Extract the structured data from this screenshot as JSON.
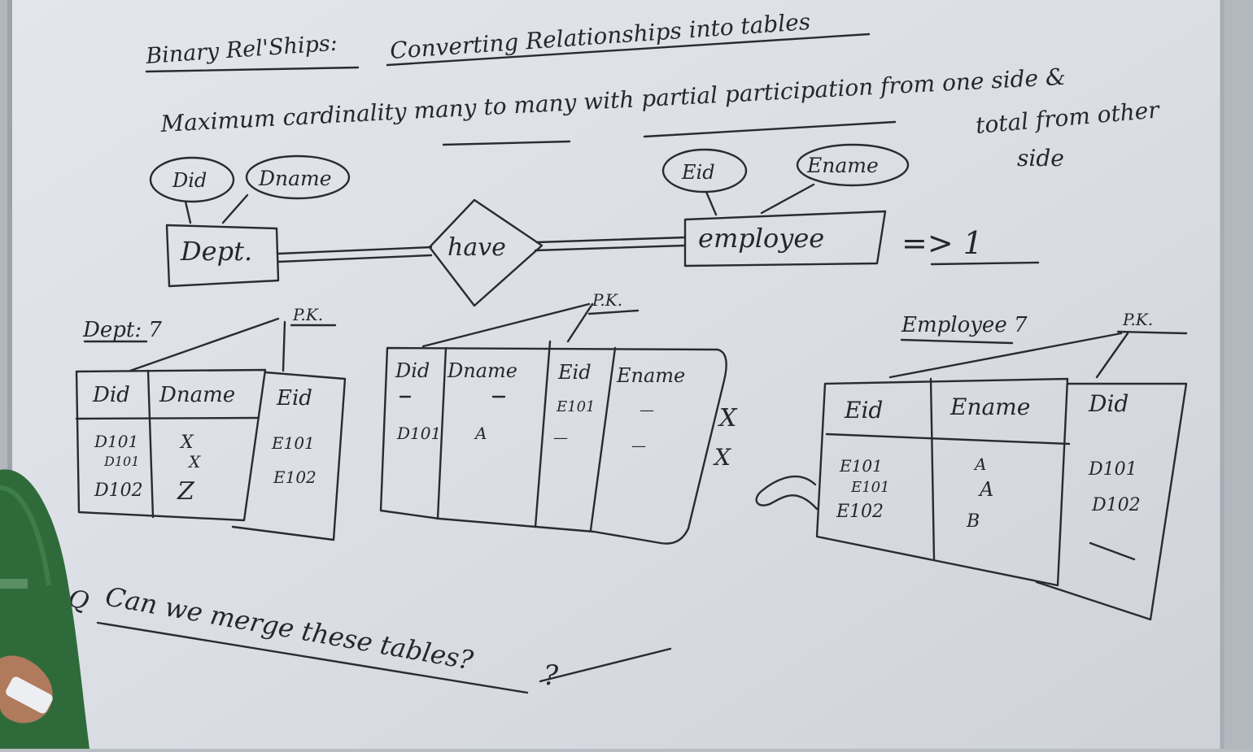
{
  "heading": {
    "label": "Binary Rel'Ships:",
    "title": "Converting Relationships into tables",
    "line1": "Maximum cardinality many to many with partial participation from one side &",
    "line2": "total from other",
    "line3": "side"
  },
  "er": {
    "attr_did": "Did",
    "attr_dname": "Dname",
    "attr_eid": "Eid",
    "attr_ename": "Ename",
    "entity_dept": "Dept.",
    "relation": "have",
    "entity_employee": "employee",
    "result": "=> 1"
  },
  "table_dept": {
    "caption": "Dept: 7",
    "pk_label": "P.K.",
    "headers": [
      "Did",
      "Dname",
      "Eid"
    ],
    "col_did": [
      "D101",
      "D101",
      "D102"
    ],
    "col_dname": [
      "X",
      "X",
      "Z"
    ],
    "col_eid": [
      "E101",
      "E102"
    ]
  },
  "table_merged": {
    "pk_label": "P.K.",
    "headers": [
      "Did",
      "Dname",
      "Eid",
      "Ename"
    ],
    "row1": [
      "—",
      "—",
      "E101",
      "—"
    ],
    "row2": [
      "D101",
      "A",
      "—",
      "—"
    ],
    "marks": [
      "X",
      "X"
    ]
  },
  "table_employee": {
    "caption": "Employee 7",
    "pk_label": "P.K.",
    "headers": [
      "Eid",
      "Ename",
      "Did"
    ],
    "col_eid": [
      "E101",
      "E101",
      "E102"
    ],
    "col_ename": [
      "A",
      "A",
      "B"
    ],
    "col_did": [
      "D101",
      "D102",
      "—"
    ]
  },
  "symbols": {
    "proportional": "∝"
  },
  "question": {
    "prefix": "Q",
    "text": "Can we merge these tables?",
    "mark": "?"
  }
}
